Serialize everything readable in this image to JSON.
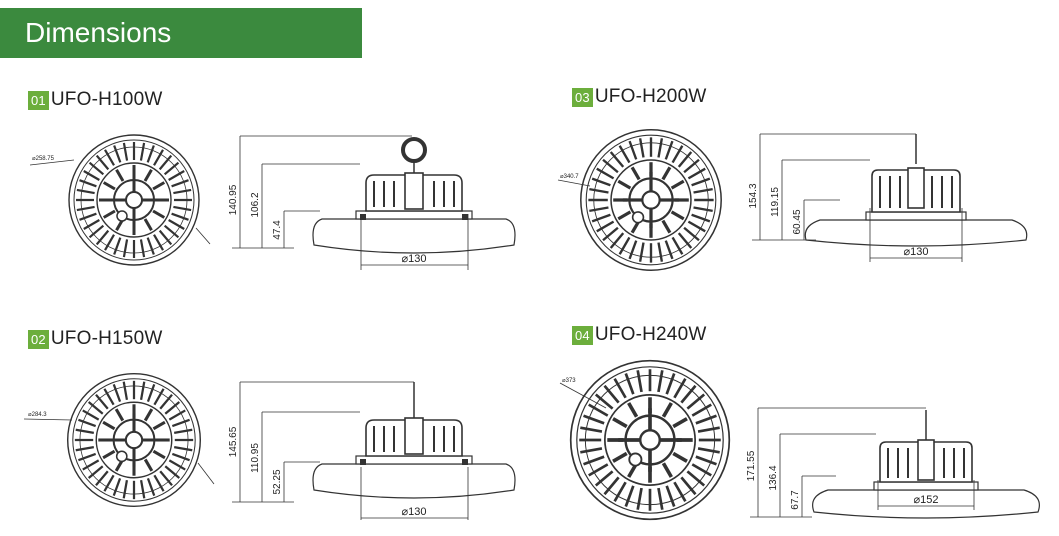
{
  "header": {
    "title": "Dimensions"
  },
  "models": [
    {
      "num": "01",
      "name": "UFO-H100W",
      "diameter": "⌀258.75",
      "total_height": "140.95",
      "body_height": "106.2",
      "base_height": "47.4",
      "width": "⌀130"
    },
    {
      "num": "02",
      "name": "UFO-H150W",
      "diameter": "⌀284.3",
      "total_height": "145.65",
      "body_height": "110.95",
      "base_height": "52.25",
      "width": "⌀130"
    },
    {
      "num": "03",
      "name": "UFO-H200W",
      "diameter": "⌀340.7",
      "total_height": "154.3",
      "body_height": "119.15",
      "base_height": "60.45",
      "width": "⌀130"
    },
    {
      "num": "04",
      "name": "UFO-H240W",
      "diameter": "⌀373",
      "total_height": "171.55",
      "body_height": "136.4",
      "base_height": "67.7",
      "width": "⌀152"
    }
  ],
  "colors": {
    "banner": "#3b8a3e",
    "badge": "#6cae3c",
    "line": "#333333"
  }
}
